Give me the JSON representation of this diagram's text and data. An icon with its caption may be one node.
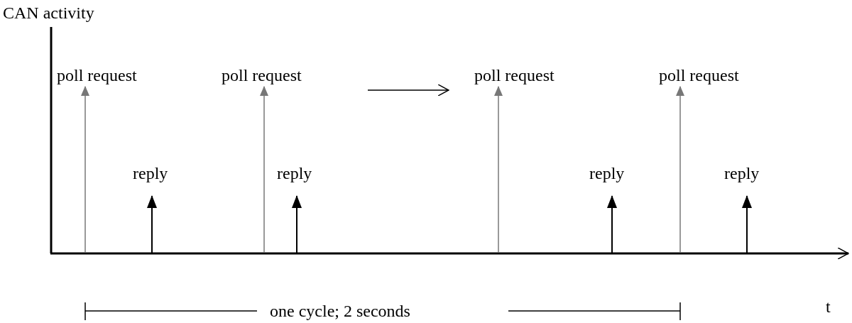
{
  "diagram": {
    "labels": [
      "CAN activity",
      "poll request",
      "poll request",
      "poll request",
      "poll request",
      "reply",
      "reply",
      "reply",
      "reply",
      "t",
      "one cycle; 2 seconds"
    ]
  }
}
